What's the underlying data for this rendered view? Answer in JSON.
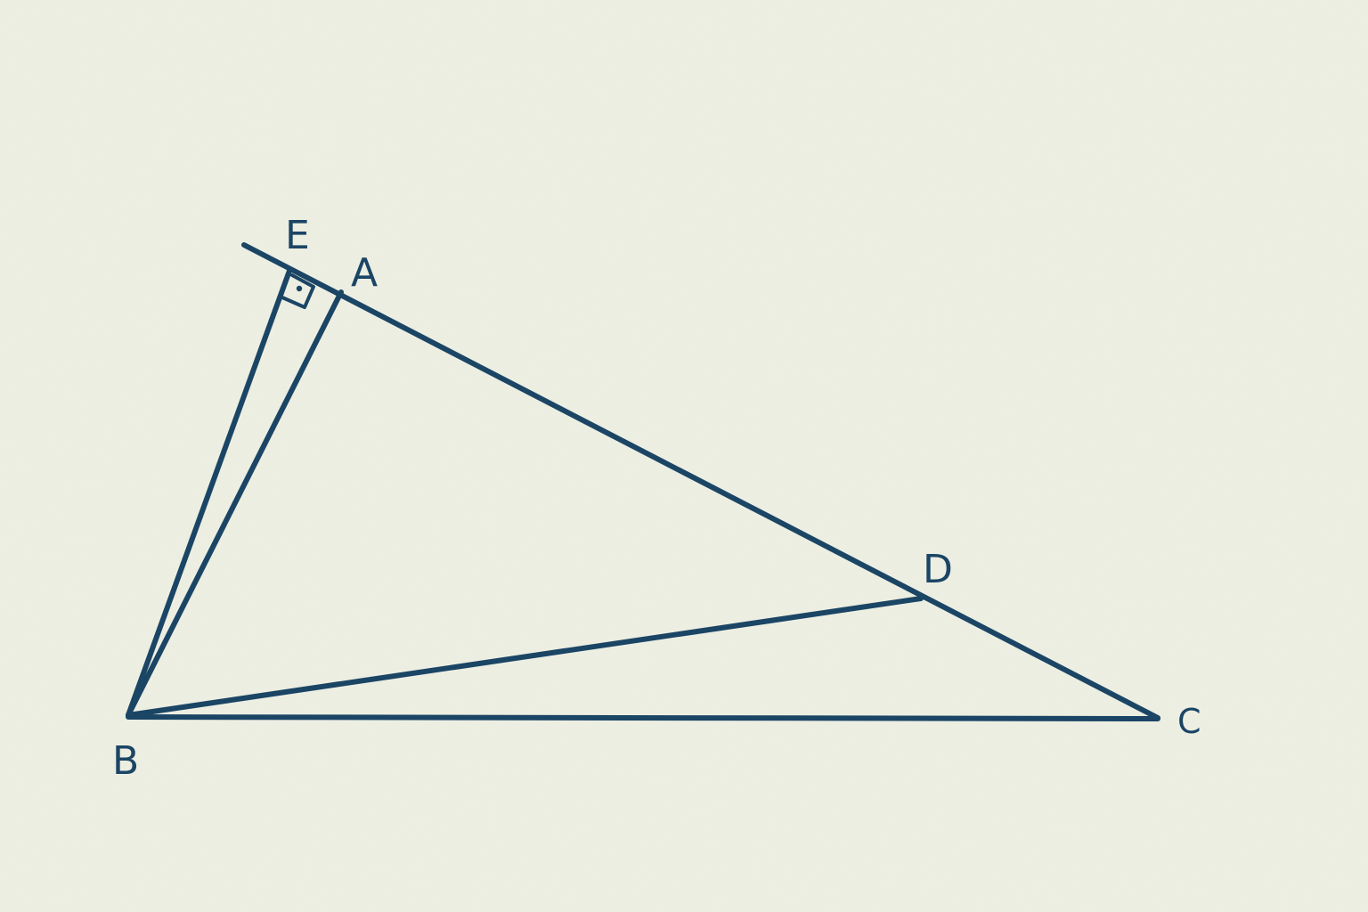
{
  "diagram": {
    "stroke_color": "#1b4565",
    "background_color": "#eef0e3",
    "points": {
      "E": "E",
      "A": "A",
      "B": "B",
      "C": "C",
      "D": "D"
    },
    "right_angle_marker": {
      "at": "E",
      "has_dot": true
    }
  }
}
